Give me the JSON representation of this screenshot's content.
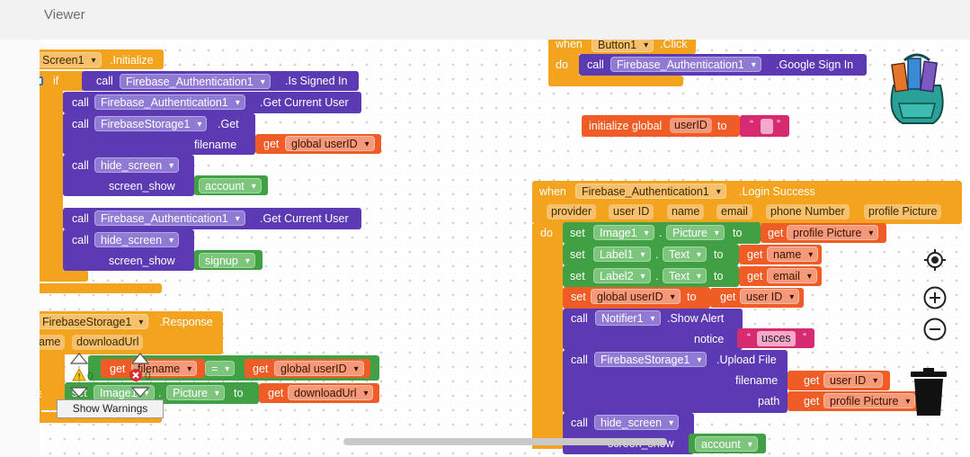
{
  "header": {
    "title": "Viewer"
  },
  "blocks": {
    "init": {
      "when_prefix": "",
      "component": "Screen1",
      "event": ".Initialize",
      "if": "if",
      "then": "hen",
      "else": "se",
      "call1": "call",
      "auth": "Firebase_Authentication1",
      "is_signed_in": ".Is Signed In",
      "call2": "call",
      "get_current_user": ".Get Current User",
      "call3": "call",
      "storage": "FirebaseStorage1",
      "get": ".Get",
      "filename": "filename",
      "get_kw": "get",
      "global_user_id": "global userID",
      "call4": "call",
      "hide_screen": "hide_screen",
      "screen_show": "screen_show",
      "account": "account",
      "call5": "call",
      "call6": "call",
      "signup": "signup"
    },
    "response": {
      "component": "FirebaseStorage1",
      "event": ".Response",
      "params": [
        "ame",
        "downloadUrl"
      ],
      "if": "if",
      "then": "hen",
      "get_kw": "get",
      "filename": "filename",
      "eq": "=",
      "global_user_id": "global userID",
      "set_kw": "set",
      "image": "Image1",
      "dot": ".",
      "picture": "Picture",
      "to": "to",
      "download_url": "downloadUrl",
      "warn_count": "0",
      "err_count": "0"
    },
    "button_click": {
      "when": "when",
      "component": "Button1",
      "event": ".Click",
      "do": "do",
      "call": "call",
      "auth": "Firebase_Authentication1",
      "method": ".Google Sign In"
    },
    "global_var": {
      "label": "initialize global",
      "name": "userID",
      "to": "to",
      "open_quote": "“",
      "close_quote": "”"
    },
    "login": {
      "when": "when",
      "component": "Firebase_Authentication1",
      "event": ".Login Success",
      "params": [
        "provider",
        "user ID",
        "name",
        "email",
        "phone Number",
        "profile Picture"
      ],
      "do": "do",
      "set1": {
        "set": "set",
        "comp": "Image1",
        "dot": ".",
        "prop": "Picture",
        "to": "to",
        "get": "get",
        "val": "profile Picture"
      },
      "set2": {
        "set": "set",
        "comp": "Label1",
        "dot": ".",
        "prop": "Text",
        "to": "to",
        "get": "get",
        "val": "name"
      },
      "set3": {
        "set": "set",
        "comp": "Label2",
        "dot": ".",
        "prop": "Text",
        "to": "to",
        "get": "get",
        "val": "email"
      },
      "set4": {
        "set": "set",
        "var": "global userID",
        "to": "to",
        "get": "get",
        "val": "user ID"
      },
      "alert": {
        "call": "call",
        "comp": "Notifier1",
        "method": ".Show Alert",
        "notice": "notice",
        "text": "usces"
      },
      "upload": {
        "call": "call",
        "comp": "FirebaseStorage1",
        "method": ".Upload File",
        "filename": "filename",
        "get1": "get",
        "val1": "user ID",
        "path": "path",
        "get2": "get",
        "val2": "profile Picture"
      },
      "hide": {
        "call": "call",
        "comp": "hide_screen",
        "screen_show": "screen_show",
        "account": "account"
      }
    }
  },
  "warnings": {
    "show_label": "Show Warnings"
  },
  "colors": {
    "event": "#f3a31d",
    "procedure": "#5b3ab3",
    "variable": "#ef5c25",
    "component_set": "#41a043",
    "text": "#d62b71"
  },
  "icons": [
    "backpack-icon",
    "recenter-icon",
    "zoom-in-icon",
    "zoom-out-icon",
    "trash-icon",
    "warning-icon",
    "error-icon"
  ]
}
